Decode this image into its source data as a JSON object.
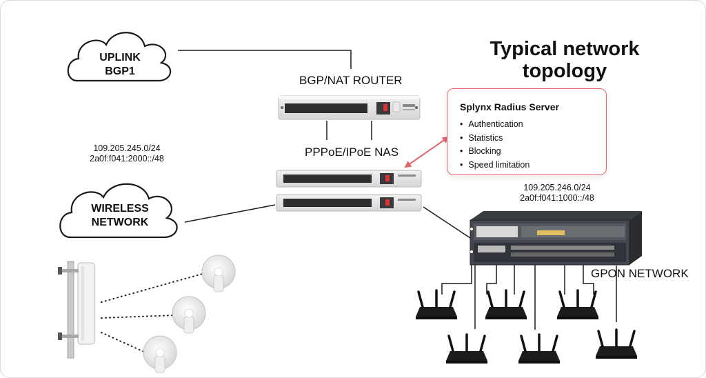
{
  "title": {
    "line1": "Typical network",
    "line2": "topology"
  },
  "clouds": {
    "uplink": {
      "line1": "UPLINK",
      "line2": "BGP1"
    },
    "wireless": {
      "line1": "WIRELESS",
      "line2": "NETWORK"
    }
  },
  "devices": {
    "bgp_router": "BGP/NAT ROUTER",
    "nas": "PPPoE/IPoE NAS",
    "gpon": "GPON NETWORK"
  },
  "subnets": {
    "wireless_v4": "109.205.245.0/24",
    "wireless_v6": "2a0f:f041:2000::/48",
    "gpon_v4": "109.205.246.0/24",
    "gpon_v6": "2a0f:f041:1000::/48"
  },
  "radius": {
    "title": "Splynx Radius Server",
    "items": [
      "Authentication",
      "Statistics",
      "Blocking",
      "Speed limitation"
    ]
  },
  "colors": {
    "accent": "#e8606a",
    "line": "#1a1a1a",
    "router_body": "#e9e9ea"
  },
  "icons": [
    "cloud-icon",
    "rack-router-icon",
    "olt-chassis-icon",
    "wifi-router-icon",
    "sector-antenna-icon",
    "dish-antenna-icon"
  ]
}
